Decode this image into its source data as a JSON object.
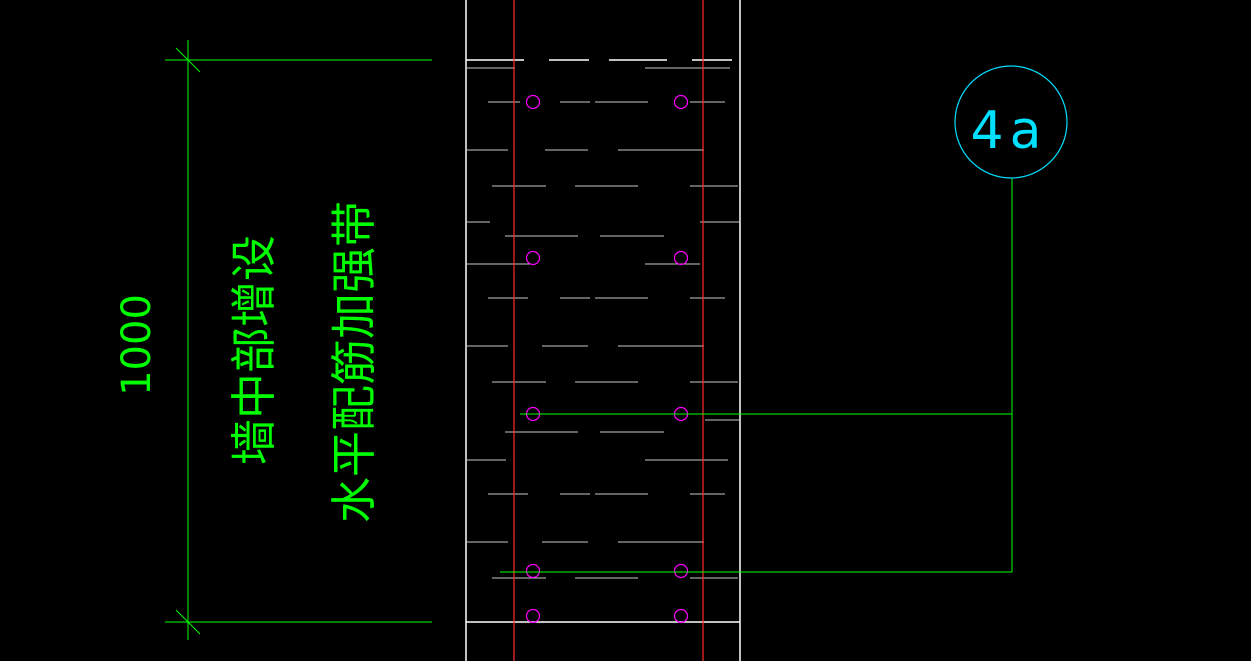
{
  "drawing": {
    "dimension_text": "1000",
    "note_line_1": "墙中部增设",
    "note_line_2": "水平配筋加强带",
    "callout_label": "4a"
  },
  "colors": {
    "background": "#000000",
    "dimension": "#00ff00",
    "wall_outline": "#ffffff",
    "hatch": "#c8c8c8",
    "rebar_vertical": "#ff2a2a",
    "rebar_section": "#ff00ff",
    "leader": "#00ff00",
    "callout_circle": "#00e0ff"
  }
}
